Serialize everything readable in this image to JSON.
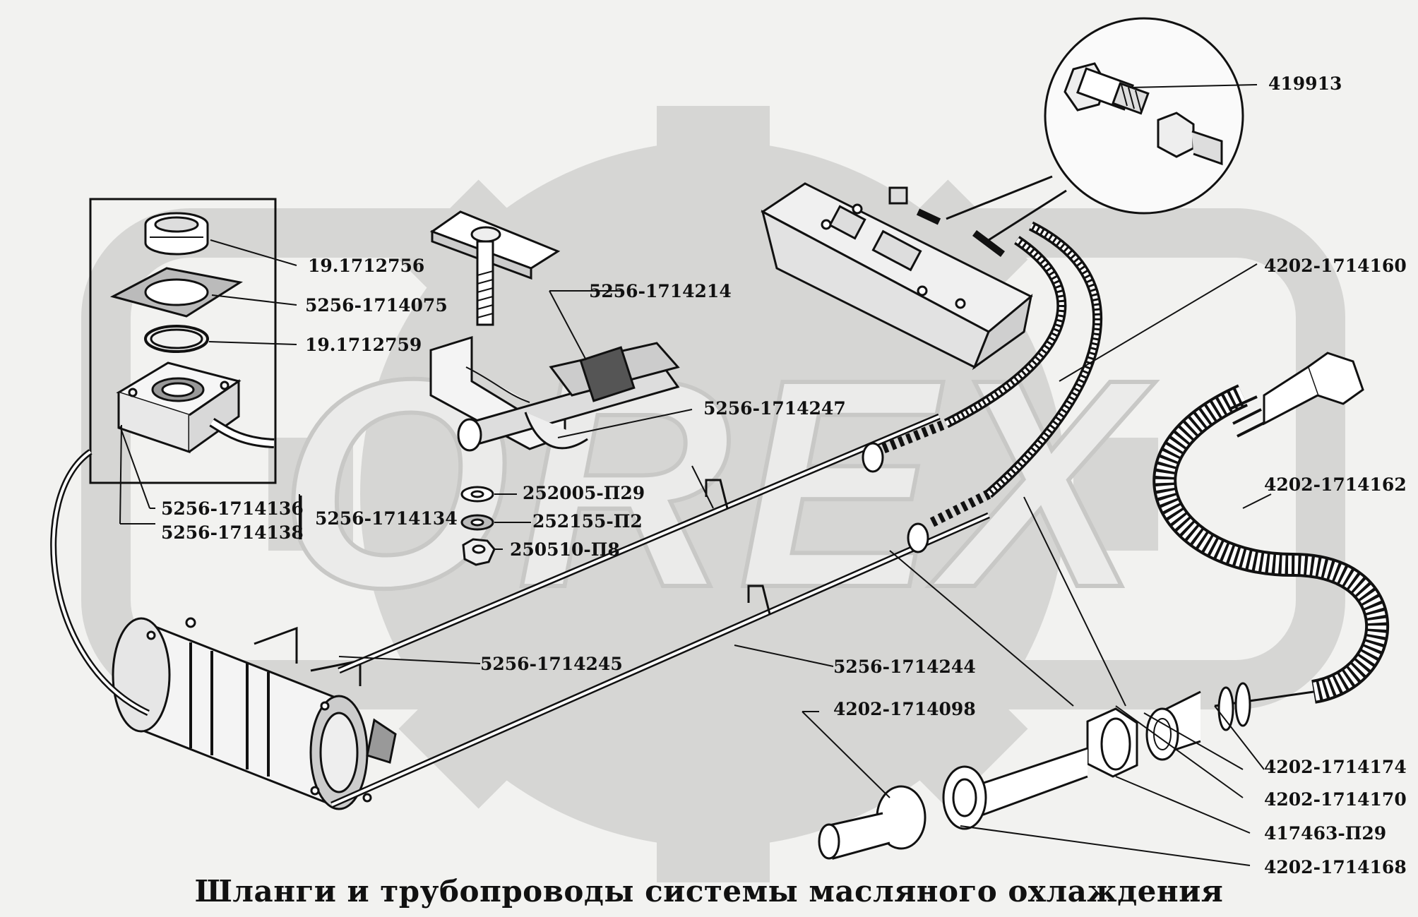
{
  "diagram": {
    "title": "Шланги и трубопроводы системы масляного охлаждения",
    "watermark": "OREX",
    "colors": {
      "ink": "#111111",
      "watermark": "#d4d4d2",
      "background": "#f2f2f0"
    },
    "labels": {
      "p419913": "419913",
      "p19_1712756": "19.1712756",
      "p5256_1714075": "5256-1714075",
      "p19_1712759": "19.1712759",
      "p5256_1714214": "5256-1714214",
      "p4202_1714160": "4202-1714160",
      "p5256_1714247": "5256-1714247",
      "p4202_1714162": "4202-1714162",
      "p252005_P29": "252005-П29",
      "p252155_P2": "252155-П2",
      "p250510_P8": "250510-П8",
      "p5256_1714136": "5256-1714136",
      "p5256_1714138": "5256-1714138",
      "p5256_1714134": "5256-1714134",
      "p5256_1714245": "5256-1714245",
      "p5256_1714244": "5256-1714244",
      "p4202_1714098": "4202-1714098",
      "p4202_1714174": "4202-1714174",
      "p4202_1714170": "4202-1714170",
      "p417463_P29": "417463-П29",
      "p4202_1714168": "4202-1714168"
    }
  }
}
